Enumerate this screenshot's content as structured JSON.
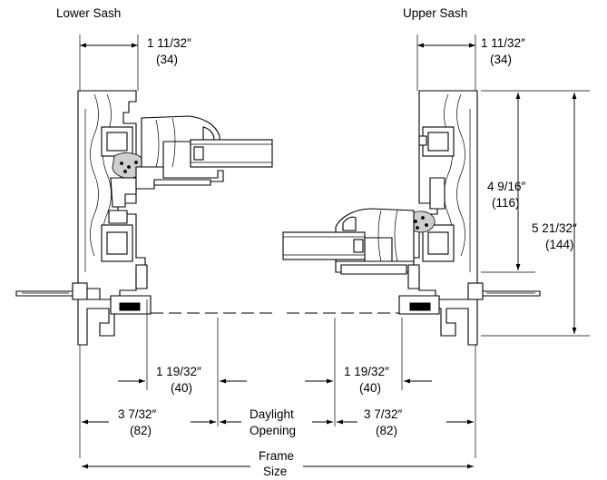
{
  "labels": {
    "lower_sash": "Lower Sash",
    "upper_sash": "Upper Sash"
  },
  "dimensions": {
    "lower_sash_width": {
      "imperial": "1 11/32″",
      "metric": "(34)"
    },
    "upper_sash_width": {
      "imperial": "1 11/32″",
      "metric": "(34)"
    },
    "sash_height": {
      "imperial": "4 9/16″",
      "metric": "(116)"
    },
    "frame_height": {
      "imperial": "5 21/32″",
      "metric": "(144)"
    },
    "left_sightline": {
      "imperial": "1 19/32″",
      "metric": "(40)"
    },
    "right_sightline": {
      "imperial": "1 19/32″",
      "metric": "(40)"
    },
    "left_frame_to_glass": {
      "imperial": "3 7/32″",
      "metric": "(82)"
    },
    "right_frame_to_glass": {
      "imperial": "3 7/32″",
      "metric": "(82)"
    },
    "daylight_opening": {
      "line1": "Daylight",
      "line2": "Opening"
    },
    "frame_size": {
      "line1": "Frame",
      "line2": "Size"
    }
  },
  "colors": {
    "line": "#000000",
    "gasket": "#cfcfcf",
    "background": "#ffffff"
  }
}
